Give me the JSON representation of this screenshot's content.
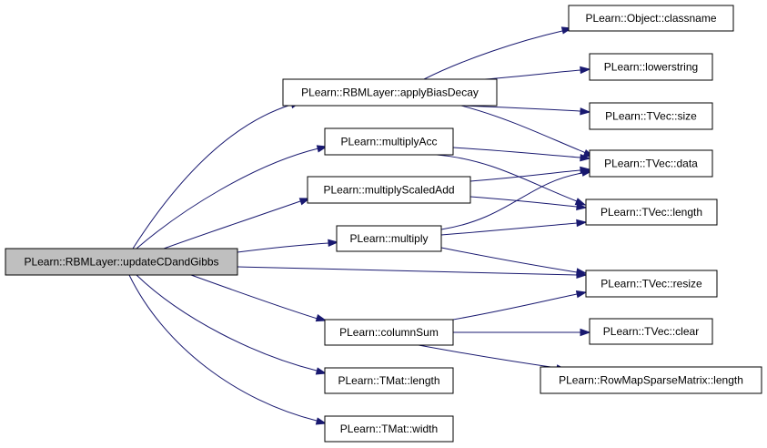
{
  "colors": {
    "root_fill": "#bfbfbf",
    "node_fill": "#ffffff",
    "edge": "#191970"
  },
  "nodes": [
    {
      "id": "root",
      "label": "PLearn::RBMLayer::updateCDandGibbs",
      "is_root": true
    },
    {
      "id": "applyBiasDecay",
      "label": "PLearn::RBMLayer::applyBiasDecay"
    },
    {
      "id": "multiplyAcc",
      "label": "PLearn::multiplyAcc"
    },
    {
      "id": "multiplyScaledAdd",
      "label": "PLearn::multiplyScaledAdd"
    },
    {
      "id": "multiply",
      "label": "PLearn::multiply"
    },
    {
      "id": "columnSum",
      "label": "PLearn::columnSum"
    },
    {
      "id": "tmatLength",
      "label": "PLearn::TMat::length"
    },
    {
      "id": "tmatWidth",
      "label": "PLearn::TMat::width"
    },
    {
      "id": "classname",
      "label": "PLearn::Object::classname"
    },
    {
      "id": "lowerstring",
      "label": "PLearn::lowerstring"
    },
    {
      "id": "tvecSize",
      "label": "PLearn::TVec::size"
    },
    {
      "id": "tvecData",
      "label": "PLearn::TVec::data"
    },
    {
      "id": "tvecLength",
      "label": "PLearn::TVec::length"
    },
    {
      "id": "tvecResize",
      "label": "PLearn::TVec::resize"
    },
    {
      "id": "tvecClear",
      "label": "PLearn::TVec::clear"
    },
    {
      "id": "rowMapLength",
      "label": "PLearn::RowMapSparseMatrix::length"
    }
  ],
  "edges": [
    {
      "from": "root",
      "to": "applyBiasDecay"
    },
    {
      "from": "root",
      "to": "multiplyAcc"
    },
    {
      "from": "root",
      "to": "multiplyScaledAdd"
    },
    {
      "from": "root",
      "to": "multiply"
    },
    {
      "from": "root",
      "to": "tvecResize"
    },
    {
      "from": "root",
      "to": "columnSum"
    },
    {
      "from": "root",
      "to": "tmatLength"
    },
    {
      "from": "root",
      "to": "tmatWidth"
    },
    {
      "from": "applyBiasDecay",
      "to": "classname"
    },
    {
      "from": "applyBiasDecay",
      "to": "lowerstring"
    },
    {
      "from": "applyBiasDecay",
      "to": "tvecSize"
    },
    {
      "from": "applyBiasDecay",
      "to": "tvecData"
    },
    {
      "from": "multiplyAcc",
      "to": "tvecData"
    },
    {
      "from": "multiplyAcc",
      "to": "tvecLength"
    },
    {
      "from": "multiplyScaledAdd",
      "to": "tvecData"
    },
    {
      "from": "multiplyScaledAdd",
      "to": "tvecLength"
    },
    {
      "from": "multiply",
      "to": "tvecData"
    },
    {
      "from": "multiply",
      "to": "tvecLength"
    },
    {
      "from": "multiply",
      "to": "tvecResize"
    },
    {
      "from": "columnSum",
      "to": "tvecResize"
    },
    {
      "from": "columnSum",
      "to": "tvecClear"
    },
    {
      "from": "columnSum",
      "to": "rowMapLength"
    }
  ]
}
